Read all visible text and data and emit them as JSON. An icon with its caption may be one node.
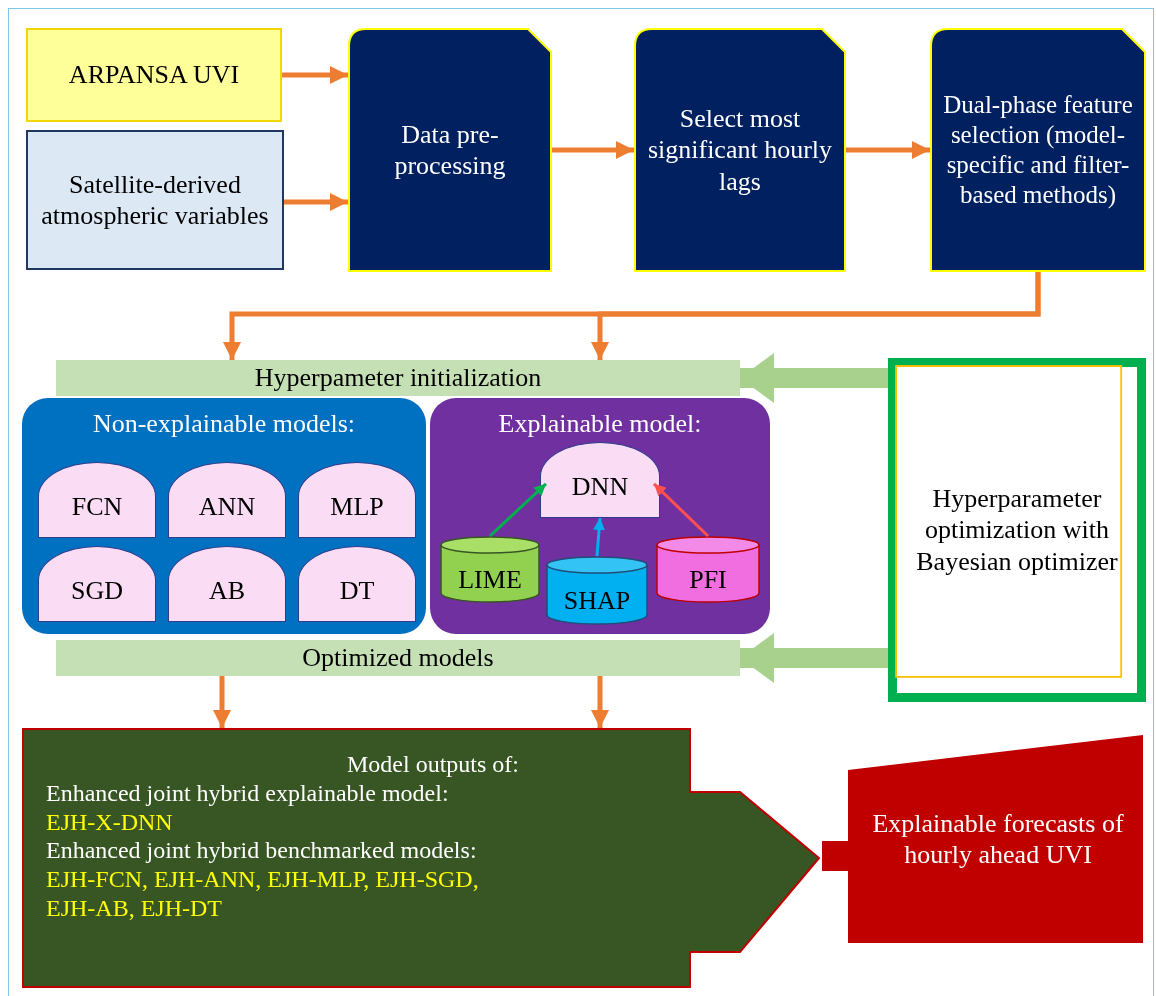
{
  "diagram": {
    "nodes": [
      {
        "text": [
          "ARPANSA UVI"
        ]
      },
      {
        "text": [
          "Satellite-derived atmospheric variables"
        ]
      },
      {
        "text": [
          "Data pre-processing"
        ]
      },
      {
        "text": [
          "Select most significant hourly lags"
        ]
      },
      {
        "text": [
          "Dual-phase feature selection (model-specific and filter-based methods)"
        ]
      },
      {
        "text": [
          "Hyperpameter initialization"
        ]
      },
      {
        "text": [
          "Non-explainable models:"
        ]
      },
      {
        "text": [
          "FCN"
        ],
        "in": 6
      },
      {
        "text": [
          "ANN"
        ],
        "in": 6
      },
      {
        "text": [
          "MLP"
        ],
        "in": 6
      },
      {
        "text": [
          "SGD"
        ],
        "in": 6
      },
      {
        "text": [
          "AB"
        ],
        "in": 6
      },
      {
        "text": [
          "DT"
        ],
        "in": 6
      },
      {
        "text": [
          "Explainable model:"
        ]
      },
      {
        "text": [
          "DNN"
        ],
        "in": 13
      },
      {
        "text": [
          "LIME"
        ],
        "in": 13
      },
      {
        "text": [
          "SHAP"
        ],
        "in": 13
      },
      {
        "text": [
          "PFI"
        ],
        "in": 13
      },
      {
        "text": [
          "Optimized models"
        ]
      },
      {
        "text": [
          "Hyperparameter optimization with Bayesian optimizer"
        ]
      },
      {
        "text": [
          "Model outputs of:",
          "Enhanced joint hybrid explainable model:",
          "EJH-X-DNN",
          "Enhanced joint hybrid benchmarked models:",
          "EJH-FCN, EJH-ANN, EJH-MLP, EJH-SGD, EJH-AB, EJH-DT"
        ]
      },
      {
        "text": [
          "Explainable forecasts of hourly ahead UVI"
        ]
      }
    ],
    "edges": [
      {
        "from": 0,
        "to": 2,
        "arrow": "to"
      },
      {
        "from": 1,
        "to": 2,
        "arrow": "to"
      },
      {
        "from": 2,
        "to": 3,
        "arrow": "to"
      },
      {
        "from": 3,
        "to": 4,
        "arrow": "to"
      },
      {
        "from": 4,
        "to": 5,
        "arrow": "to"
      },
      {
        "from": 4,
        "to": 5,
        "arrow": "to"
      },
      {
        "from": 19,
        "to": 5,
        "arrow": "to",
        "style": "thick",
        "color": "#a9d18e"
      },
      {
        "from": 19,
        "to": 18,
        "arrow": "to",
        "style": "thick",
        "color": "#a9d18e"
      },
      {
        "from": 18,
        "to": 20,
        "arrow": "to"
      },
      {
        "from": 18,
        "to": 20,
        "arrow": "to"
      },
      {
        "from": 15,
        "to": 14,
        "arrow": "to",
        "color": "#00b050"
      },
      {
        "from": 16,
        "to": 14,
        "arrow": "to",
        "color": "#00b0f0"
      },
      {
        "from": 17,
        "to": 14,
        "arrow": "to",
        "color": "#ff5050"
      }
    ]
  }
}
